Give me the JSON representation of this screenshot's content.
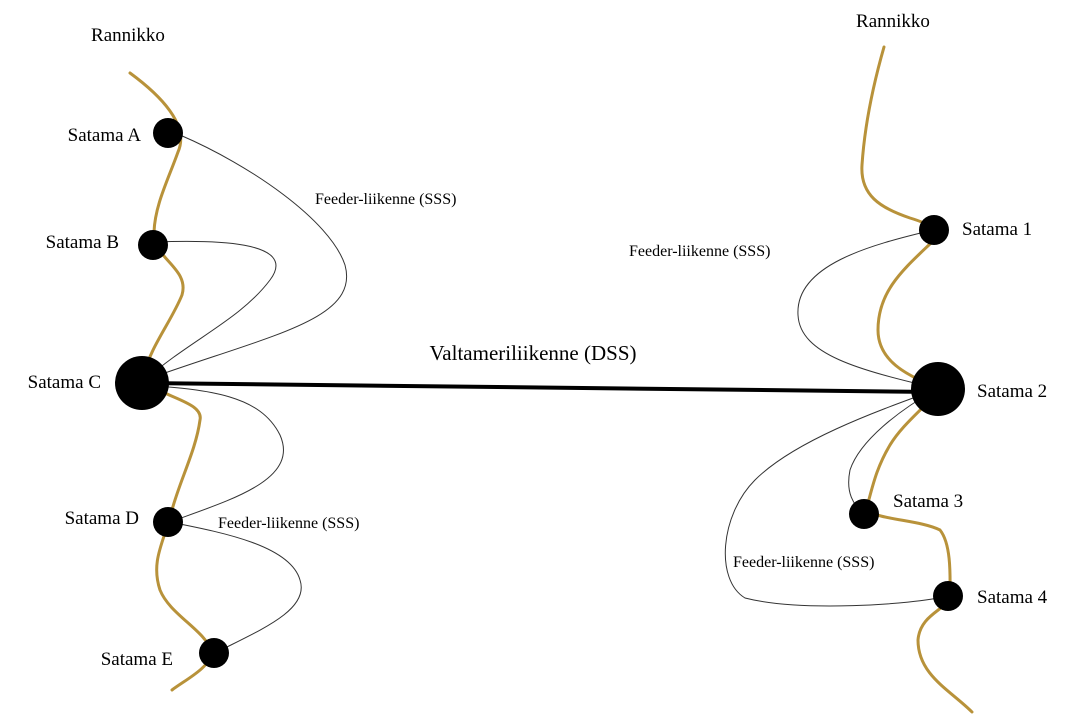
{
  "colors": {
    "coast": "#b8923a",
    "port": "#000000",
    "feeder": "#333333",
    "deep_sea": "#000000"
  },
  "left": {
    "coast_label": "Rannikko",
    "ports": {
      "a": "Satama A",
      "b": "Satama B",
      "c": "Satama C",
      "d": "Satama D",
      "e": "Satama E"
    },
    "feeder_upper": "Feeder-liikenne (SSS)",
    "feeder_lower": "Feeder-liikenne (SSS)"
  },
  "right": {
    "coast_label": "Rannikko",
    "ports": {
      "p1": "Satama 1",
      "p2": "Satama 2",
      "p3": "Satama 3",
      "p4": "Satama 4"
    },
    "feeder_upper": "Feeder-liikenne (SSS)",
    "feeder_lower": "Feeder-liikenne (SSS)"
  },
  "deep_sea_label": "Valtameriliikenne (DSS)"
}
